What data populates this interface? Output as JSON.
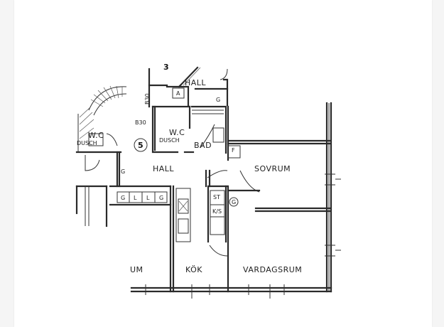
{
  "rooms": {
    "hall_top": "HALL",
    "hall_main": "HALL",
    "wc_dusch_left_1": "W.C",
    "wc_dusch_left_2": "DUSCH",
    "wc_dusch_center_1": "W.C",
    "wc_dusch_center_2": "DUSCH",
    "bad": "BAD",
    "sovrum": "SOVRUM",
    "kok": "KÖK",
    "vardagsrum": "VARDAGSRUM",
    "um_partial": "UM"
  },
  "markers": {
    "unit_number": "5",
    "box_a": "A",
    "g_top": "G",
    "g_left": "G",
    "g_right": "G",
    "row_g1": "G",
    "row_l1": "L",
    "row_l2": "L",
    "row_g2": "G",
    "st": "ST",
    "ks": "K/S",
    "f_mark": "F",
    "b30_a": "B30",
    "b30_b": "B30",
    "top_num": "3"
  }
}
